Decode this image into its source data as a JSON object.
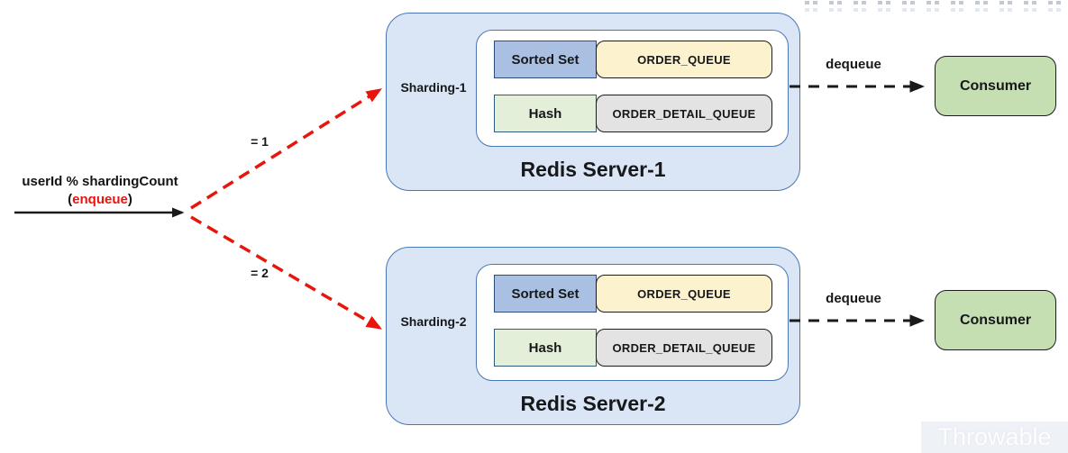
{
  "diagram": {
    "input": {
      "formula": "userId % shardingCount",
      "paren_open": "(",
      "enqueue": "enqueue",
      "paren_close": ")"
    },
    "branches": [
      {
        "label": "= 1"
      },
      {
        "label": "= 2"
      }
    ],
    "servers": [
      {
        "sharding_label": "Sharding-1",
        "title": "Redis Server-1",
        "rows": [
          {
            "type_label": "Sorted Set",
            "queue_label": "ORDER_QUEUE"
          },
          {
            "type_label": "Hash",
            "queue_label": "ORDER_DETAIL_QUEUE"
          }
        ],
        "dequeue_label": "dequeue",
        "consumer_label": "Consumer"
      },
      {
        "sharding_label": "Sharding-2",
        "title": "Redis Server-2",
        "rows": [
          {
            "type_label": "Sorted Set",
            "queue_label": "ORDER_QUEUE"
          },
          {
            "type_label": "Hash",
            "queue_label": "ORDER_DETAIL_QUEUE"
          }
        ],
        "dequeue_label": "dequeue",
        "consumer_label": "Consumer"
      }
    ],
    "watermark": "Throwable",
    "colors": {
      "arrow_red": "#e8150c",
      "arrow_black": "#1a1a1a",
      "server_fill": "#dae6f5",
      "server_border": "#4a76b4",
      "sorted_set_fill": "#a9c0e3",
      "sorted_set_border": "#2c4c7c",
      "hash_fill": "#e3efd9",
      "hash_border": "#2d5a78",
      "order_queue_fill": "#fcf2cd",
      "order_detail_queue_fill": "#e3e3e3",
      "queue_border": "#1c1c1c",
      "consumer_fill": "#c5dfb3",
      "consumer_border": "#1c1c1c"
    }
  }
}
